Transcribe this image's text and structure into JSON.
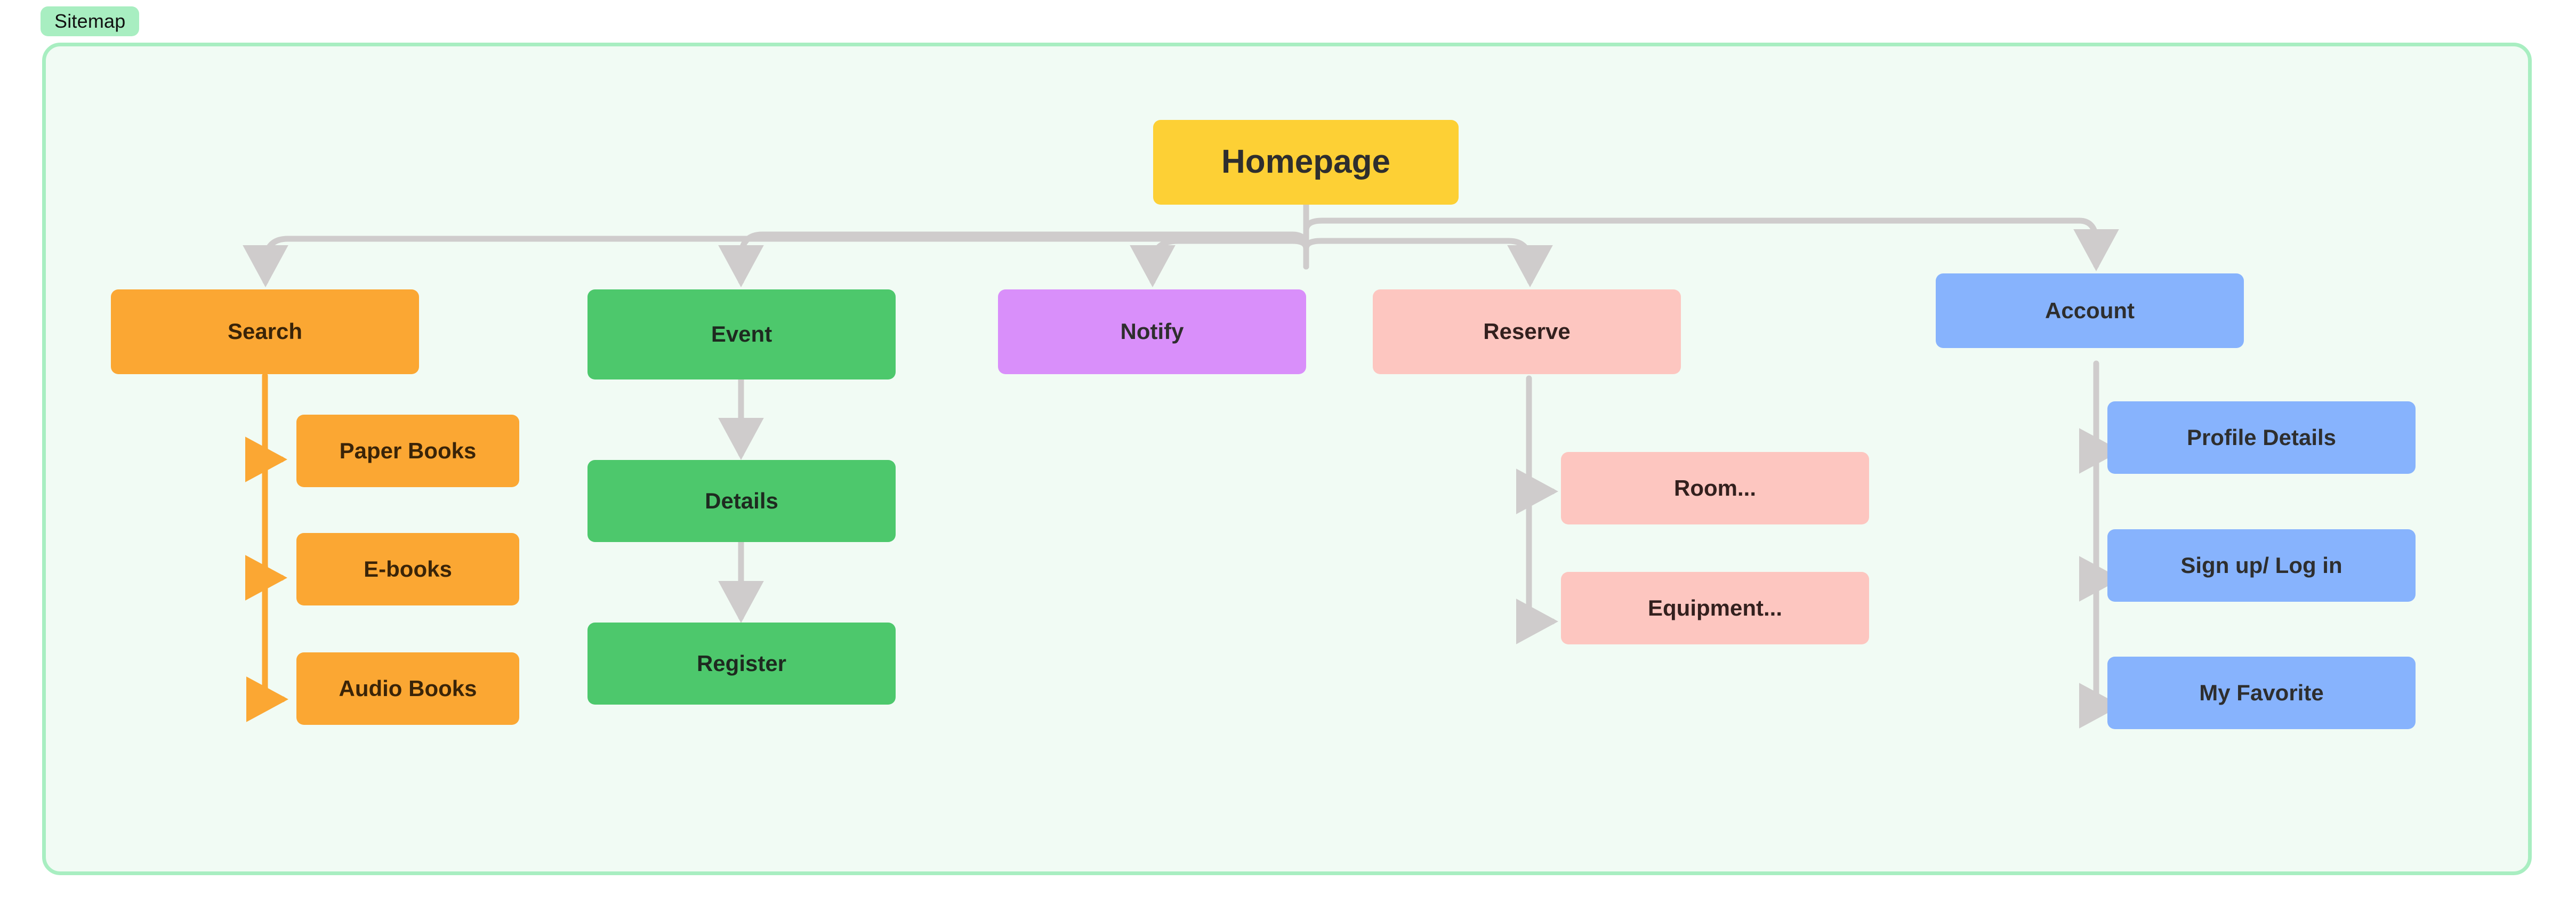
{
  "section": {
    "label": "Sitemap"
  },
  "colors": {
    "frame_background": "#F1FBF4",
    "frame_border": "#A8EEC1",
    "label_pill": "#A8EEC1",
    "root": "#FDD035",
    "search_branch": "#FBA733",
    "event_branch": "#4DC86C",
    "notify_branch": "#D98FFA",
    "reserve_branch": "#FDC6C0",
    "account_branch": "#87B3FD",
    "connector_gray": "#CFCCCC",
    "connector_orange": "#FBA733"
  },
  "diagram": {
    "type": "sitemap-tree",
    "root": {
      "label": "Homepage"
    },
    "branches": [
      {
        "label": "Search",
        "color_key": "search_branch",
        "connector_color": "#FBA733",
        "children": [
          {
            "label": "Paper Books"
          },
          {
            "label": "E-books"
          },
          {
            "label": "Audio Books"
          }
        ]
      },
      {
        "label": "Event",
        "color_key": "event_branch",
        "connector_color": "#CFCCCC",
        "children": [
          {
            "label": "Details"
          },
          {
            "label": "Register"
          }
        ]
      },
      {
        "label": "Notify",
        "color_key": "notify_branch",
        "connector_color": "#CFCCCC",
        "children": []
      },
      {
        "label": "Reserve",
        "color_key": "reserve_branch",
        "connector_color": "#CFCCCC",
        "children": [
          {
            "label": "Room..."
          },
          {
            "label": "Equipment..."
          }
        ]
      },
      {
        "label": "Account",
        "color_key": "account_branch",
        "connector_color": "#CFCCCC",
        "children": [
          {
            "label": "Profile Details"
          },
          {
            "label": "Sign up/ Log in"
          },
          {
            "label": "My Favorite"
          }
        ]
      }
    ]
  }
}
